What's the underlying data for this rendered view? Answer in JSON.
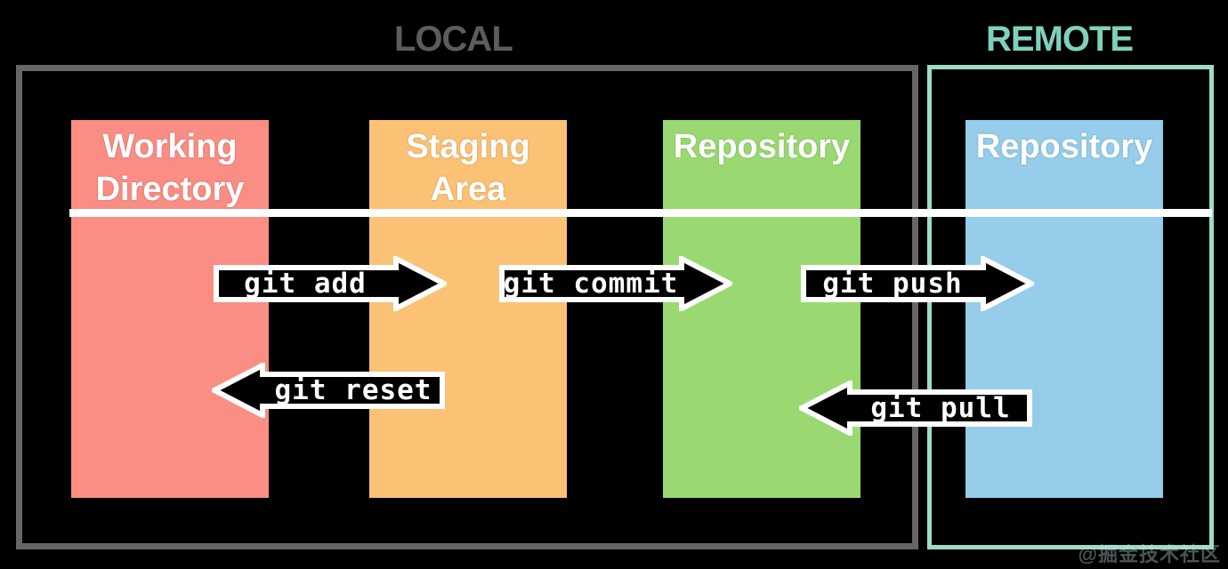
{
  "zones": {
    "local": {
      "title": "LOCAL",
      "frame_color": "#666666",
      "title_color": "#5c5c5c"
    },
    "remote": {
      "title": "REMOTE",
      "frame_color": "#9ddbcb",
      "title_color": "#7fd1bd"
    }
  },
  "columns": [
    {
      "name": "working-directory",
      "label": "Working\nDirectory",
      "line1": "Working",
      "line2": "Directory",
      "color": "#fa8e84",
      "zone": "local"
    },
    {
      "name": "staging-area",
      "label": "Staging\nArea",
      "line1": "Staging",
      "line2": "Area",
      "color": "#fbc275",
      "zone": "local"
    },
    {
      "name": "local-repository",
      "label": "Repository",
      "line1": "Repository",
      "line2": "",
      "color": "#9ad971",
      "zone": "local"
    },
    {
      "name": "remote-repository",
      "label": "Repository",
      "line1": "Repository",
      "line2": "",
      "color": "#95cdeb",
      "zone": "remote"
    }
  ],
  "arrows": [
    {
      "name": "git-add",
      "command": "git add",
      "direction": "right",
      "from": "working-directory",
      "to": "staging-area"
    },
    {
      "name": "git-commit",
      "command": "git commit",
      "direction": "right",
      "from": "staging-area",
      "to": "local-repository"
    },
    {
      "name": "git-push",
      "command": "git push",
      "direction": "right",
      "from": "local-repository",
      "to": "remote-repository"
    },
    {
      "name": "git-reset",
      "command": "git reset",
      "direction": "left",
      "from": "staging-area",
      "to": "working-directory"
    },
    {
      "name": "git-pull",
      "command": "git pull",
      "direction": "left",
      "from": "remote-repository",
      "to": "local-repository"
    }
  ],
  "divider": {
    "color": "#ffffff"
  },
  "watermark": {
    "text": "@掘金技术社区"
  },
  "theme": {
    "background": "#000000",
    "arrow_fill": "#000000",
    "arrow_stroke": "#ffffff",
    "label_text": "#ffffff"
  }
}
